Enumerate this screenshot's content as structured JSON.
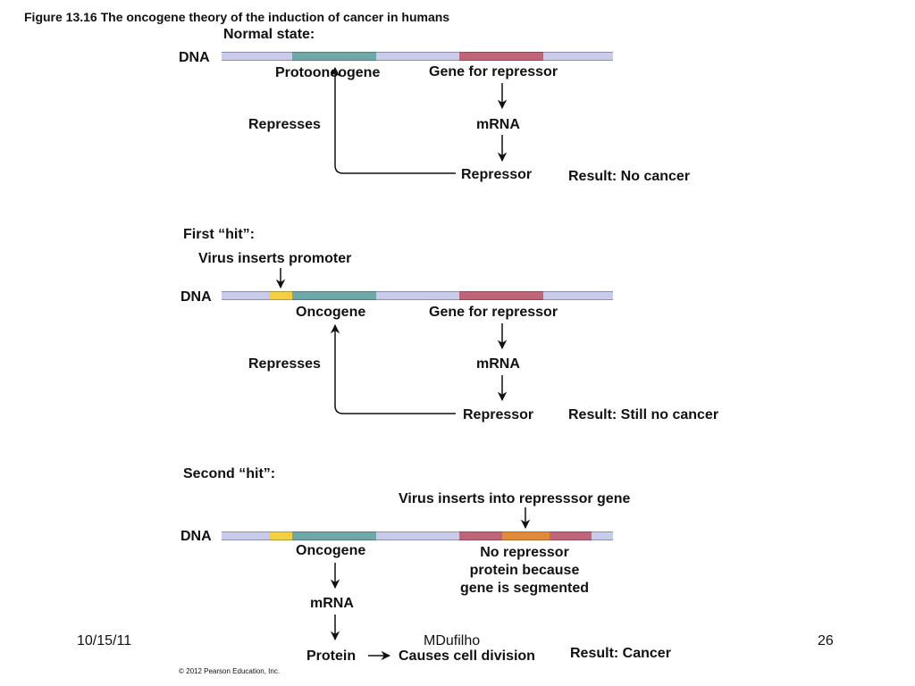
{
  "title": "Figure 13.16 The oncogene theory of the induction of cancer in humans",
  "colors": {
    "dna": "#c9cbe8",
    "gene": "#6fa8a8",
    "repressor_gene": "#c0647a",
    "promoter": "#f2cf45",
    "insert": "#e08a3a",
    "ink": "#111111"
  },
  "panel1": {
    "heading": "Normal state:",
    "dna_label": "DNA",
    "gene_label": "Protooncogene",
    "repressor_gene_label": "Gene for repressor",
    "mrna_label": "mRNA",
    "repressor_label": "Repressor",
    "represses_label": "Represses",
    "result": "Result: No cancer"
  },
  "panel2": {
    "heading": "First “hit”:",
    "event": "Virus inserts promoter",
    "dna_label": "DNA",
    "gene_label": "Oncogene",
    "repressor_gene_label": "Gene for repressor",
    "mrna_label": "mRNA",
    "repressor_label": "Repressor",
    "represses_label": "Represses",
    "result": "Result: Still no cancer"
  },
  "panel3": {
    "heading": "Second “hit”:",
    "event": "Virus inserts into represssor gene",
    "dna_label": "DNA",
    "gene_label": "Oncogene",
    "no_repressor_line1": "No repressor",
    "no_repressor_line2": "protein because",
    "no_repressor_line3": "gene is segmented",
    "mrna_label": "mRNA",
    "protein_label": "Protein",
    "causes_label": "Causes cell division",
    "result": "Result: Cancer"
  },
  "footer": {
    "date": "10/15/11",
    "author": "MDufilho",
    "page": "26",
    "copyright": "© 2012 Pearson Education, Inc."
  }
}
